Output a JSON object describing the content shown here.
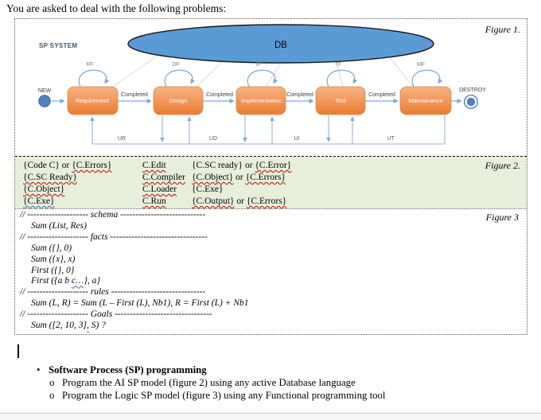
{
  "intro": "You are asked to deal with the following problems:",
  "figure1": {
    "label": "Figure 1.",
    "system_title": "SP SYSTEM",
    "db_label": "DB",
    "start_label": "NEW",
    "end_label": "DESTROY",
    "states": [
      "Requirement",
      "Design",
      "Implementation",
      "Test",
      "Maintainance"
    ],
    "loop_labels": [
      "RF",
      "DF",
      "IF",
      "TF",
      "MF"
    ],
    "transition_label": "Completed",
    "feedback_labels": [
      "UR",
      "UD",
      "UI",
      "UT"
    ],
    "colors": {
      "db_fill": "#5b9bd5",
      "state_fill_top": "#f6b486",
      "state_fill_bottom": "#ec7c30",
      "arrow": "#7da7d8",
      "node_fill": "#4f81bd",
      "connector_gray": "#d9d9d9"
    }
  },
  "figure2": {
    "label": "Figure 2.",
    "bg_color": "#e7efda",
    "rows": [
      [
        [
          [
            "{Code C} or ",
            ""
          ],
          [
            "{C.Errors}",
            "red"
          ]
        ],
        [
          [
            "C.Edit",
            "red"
          ]
        ],
        [
          [
            "{C.SC ready} or ",
            ""
          ],
          [
            "{C.Error}",
            "red"
          ]
        ]
      ],
      [
        [
          [
            "{C.SC Ready}",
            "red"
          ]
        ],
        [
          [
            "C.Compiler",
            "red"
          ]
        ],
        [
          [
            "{C.Object}",
            "red"
          ],
          [
            " or ",
            ""
          ],
          [
            "{C.Errors}",
            "red"
          ]
        ]
      ],
      [
        [
          [
            "{C.Object}",
            "red"
          ]
        ],
        [
          [
            "C.Loader",
            "red"
          ]
        ],
        [
          [
            "{C.Exe}",
            ""
          ]
        ]
      ],
      [
        [
          [
            "{C.Exe}",
            "blue"
          ]
        ],
        [
          [
            "C.Run",
            "red"
          ]
        ],
        [
          [
            "{C.Output}",
            "red"
          ],
          [
            " or ",
            ""
          ],
          [
            "{C.Errors}",
            "red"
          ]
        ]
      ]
    ]
  },
  "figure3": {
    "label": "Figure 3",
    "lines": [
      {
        "ind": 0,
        "seg": [
          [
            "// -------------------- schema ----------------------------",
            ""
          ]
        ]
      },
      {
        "ind": 1,
        "seg": [
          [
            "Sum (List, Res)",
            ""
          ]
        ]
      },
      {
        "ind": 0,
        "seg": [
          [
            "// -------------------- facts --------------------------------",
            ""
          ]
        ]
      },
      {
        "ind": 1,
        "seg": [
          [
            "Sum ({}, 0)",
            ""
          ]
        ]
      },
      {
        "ind": 1,
        "seg": [
          [
            "Sum ({x}, x)",
            ""
          ]
        ]
      },
      {
        "ind": 1,
        "seg": [
          [
            "First ({}, 0}",
            ""
          ]
        ]
      },
      {
        "ind": 1,
        "seg": [
          [
            "First ({a b ",
            ""
          ],
          [
            "c…",
            "blue"
          ],
          [
            "}, a}",
            ""
          ]
        ]
      },
      {
        "ind": 0,
        "seg": [
          [
            "// -------------------- rules -------------------------------",
            ""
          ]
        ]
      },
      {
        "ind": 1,
        "seg": [
          [
            "Sum (L, R) = Sum (L – First (L), Nb1), R = First (L) + Nb1",
            ""
          ]
        ]
      },
      {
        "ind": 0,
        "seg": [
          [
            "// -------------------- Goals --------------------------------",
            ""
          ]
        ]
      },
      {
        "ind": 1,
        "seg": [
          [
            "Sum ([2, 10, 3]",
            ""
          ],
          [
            ",",
            "blue"
          ],
          [
            " S) ?",
            ""
          ]
        ]
      }
    ]
  },
  "tasks": {
    "marker1": "•",
    "marker2": "o",
    "title": "Software Process (SP) programming",
    "items": [
      "Program the AI SP model (figure 2) using any active Database language",
      "Program the Logic SP model (figure 3) using any Functional programming tool"
    ]
  }
}
